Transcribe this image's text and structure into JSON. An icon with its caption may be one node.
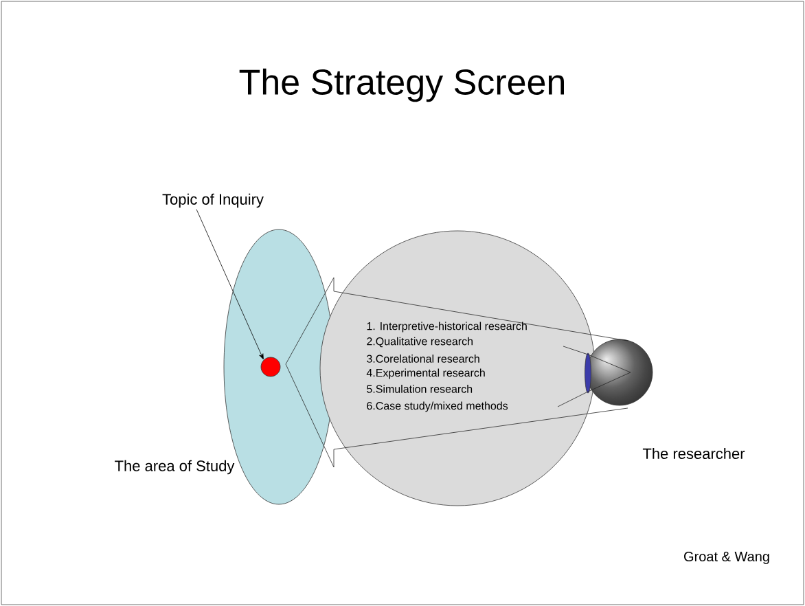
{
  "diagram": {
    "title": "The Strategy Screen",
    "nodes": [
      {
        "text": [
          "Topic of Inquiry"
        ]
      },
      {
        "text": [],
        "shape": "ellipse",
        "beside": [
          "The area of Study"
        ]
      },
      {
        "text": [],
        "shape": "circle",
        "in": 1
      },
      {
        "text": [
          "1. Interpretive-historical research",
          "2.Qualitative research",
          "3.Corelational research",
          "4.Experimental research",
          "5.Simulation research",
          "6.Case study/mixed methods"
        ]
      },
      {
        "text": [],
        "shape": "circle",
        "beside": [
          "The researcher"
        ]
      }
    ],
    "edges": [
      {
        "from": 0,
        "to": 2,
        "arrow": "to"
      }
    ],
    "labels": [
      "Groat & Wang"
    ]
  }
}
